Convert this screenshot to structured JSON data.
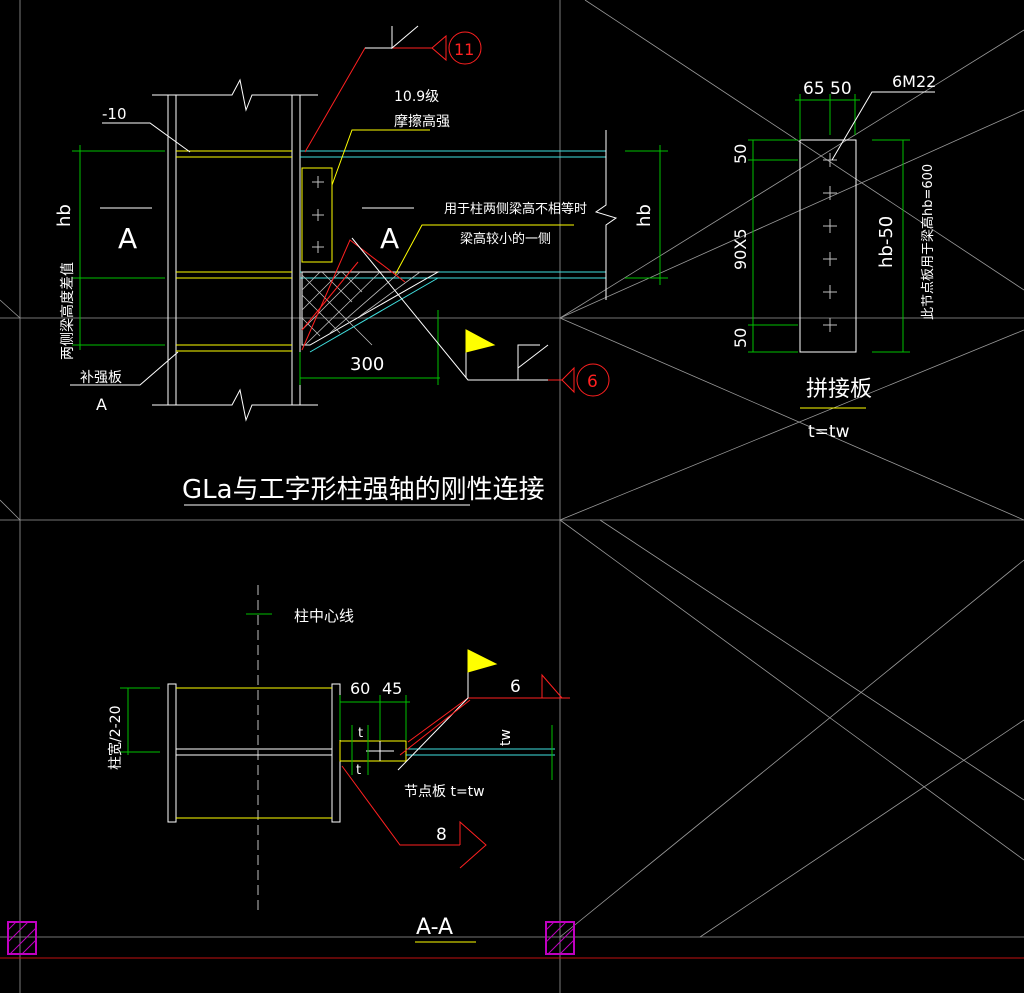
{
  "colors": {
    "background": "#000000",
    "dimension": "#00c000",
    "text": "#ffffff",
    "steel": "#40e0e0",
    "plate": "#ffff00",
    "leader": "#ff2020",
    "grid": "#9a9a9a",
    "column_marker": "#c000c0"
  },
  "elevation": {
    "plate_thk": "-10",
    "bolt_grade_1": "10.9级",
    "bolt_grade_2": "摩擦高强",
    "note_line1": "用于柱两侧梁高不相等时",
    "note_line2": "梁高较小的一侧",
    "hb_left": "hb",
    "hb_right": "hb",
    "section_mark_left": "A",
    "section_mark_right": "A",
    "diff_note": "两侧梁高度差值",
    "stiffener_label": "补强板",
    "stiffener_ref": "A",
    "dim_300": "300",
    "weld_11": "11",
    "weld_6": "6",
    "title": "GLa与工字形柱强轴的刚性连接"
  },
  "splice": {
    "dim_65": "65",
    "dim_50_top": "50",
    "bolts": "6M22",
    "dim_50_a": "50",
    "dim_90x5": "90X5",
    "dim_50_b": "50",
    "dim_hb50": "hb-50",
    "note": "此节点板用于梁高hb=600",
    "title": "拼接板",
    "thickness": "t=tw"
  },
  "section": {
    "centerline": "柱中心线",
    "dim_60": "60",
    "dim_45": "45",
    "weld_6": "6",
    "t_upper": "t",
    "t_lower": "t",
    "tw": "tw",
    "width_note": "柱宽/2-20",
    "gusset": "节点板 t=tw",
    "weld_8": "8",
    "title": "A-A"
  }
}
